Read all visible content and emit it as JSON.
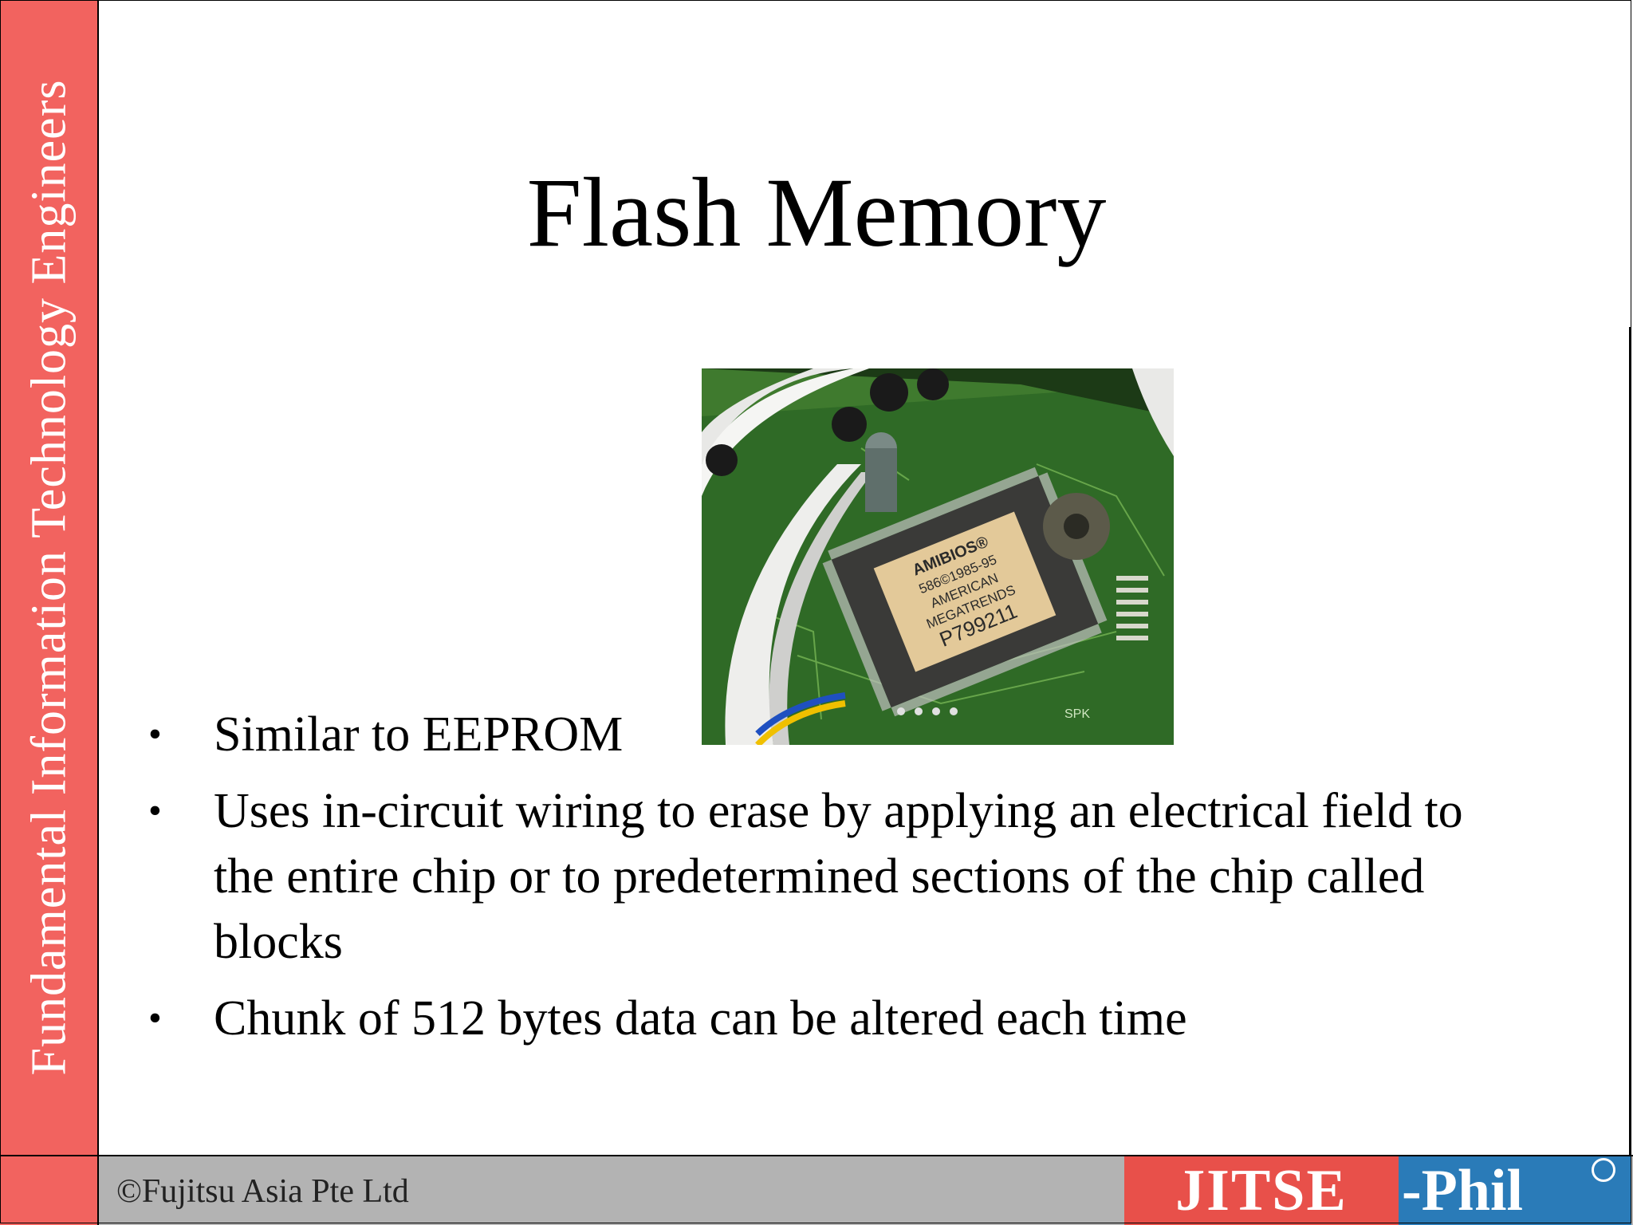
{
  "sidebar": {
    "text": "Fundamental Information Technology Engineers"
  },
  "slide": {
    "title": "Flash Memory",
    "bullets": [
      "Similar to EEPROM",
      "Uses in-circuit wiring to erase by applying an electrical field to the entire chip or to predetermined sections of the chip called blocks",
      "Chunk of 512 bytes data can be altered each time"
    ]
  },
  "photo": {
    "chip_lines": [
      "AMIBIOS®",
      "586©1985-95",
      "AMERICAN",
      "MEGATRENDS",
      "P799211"
    ],
    "board_label": "SPK"
  },
  "footer": {
    "copyright": "©Fujitsu Asia Pte Ltd",
    "logo_left": "JITSE",
    "logo_right": "-Phil"
  },
  "colors": {
    "sidebar": "#f2635f",
    "footer": "#b3b3b3",
    "logo_red": "#e8504a",
    "logo_blue": "#2a7bb8"
  }
}
